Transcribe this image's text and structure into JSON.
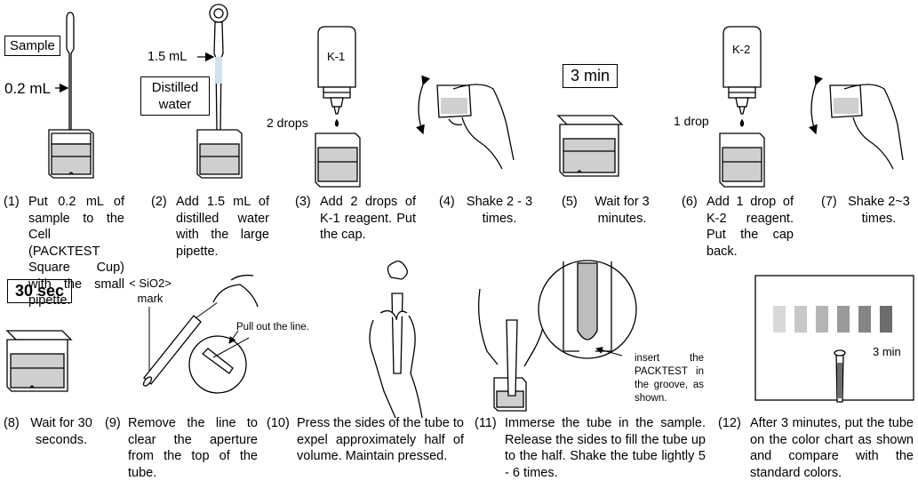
{
  "labels": {
    "sample": "Sample",
    "vol_02": "0.2 mL",
    "vol_15": "1.5 mL",
    "distilled": "Distilled water",
    "k1": "K-1",
    "k2": "K-2",
    "two_drops": "2 drops",
    "one_drop": "1 drop",
    "three_min": "3 min",
    "thirty_sec": "30 sec",
    "sio2_mark": "< SiO2> mark",
    "pull_line": "Pull out the line.",
    "insert_note": "insert the PACKTEST in the groove, as shown.",
    "chart_3min": "3 min"
  },
  "steps": [
    {
      "num": "(1)",
      "text": "Put 0.2 mL of sample to the Cell (PACKTEST Square Cup) with the small pipette."
    },
    {
      "num": "(2)",
      "text": "Add 1.5 mL of distilled water with the large pipette."
    },
    {
      "num": "(3)",
      "text": "Add 2 drops of K-1 reagent. Put the cap."
    },
    {
      "num": "(4)",
      "text": "Shake 2 - 3 times."
    },
    {
      "num": "(5)",
      "text": "Wait for 3 minutes."
    },
    {
      "num": "(6)",
      "text": "Add 1 drop of K-2 reagent. Put the cap back."
    },
    {
      "num": "(7)",
      "text": "Shake 2~3 times."
    },
    {
      "num": "(8)",
      "text": "Wait for 30 seconds."
    },
    {
      "num": "(9)",
      "text": "Remove the line to clear the aperture from the top of the tube."
    },
    {
      "num": "(10)",
      "text": "Press the sides of the tube to expel approximately half of volume. Maintain pressed."
    },
    {
      "num": "(11)",
      "text": "Immerse the tube in the sample. Release the sides to fill the tube up to the half. Shake the tube lightly 5 - 6 times."
    },
    {
      "num": "(12)",
      "text": "After 3 minutes, put the tube on the color chart as shown and compare with the standard colors."
    }
  ],
  "colors": {
    "liquid": "#cfcfcf",
    "chart_shades": [
      "#d9d9d9",
      "#c8c8c8",
      "#b4b4b4",
      "#9a9a9a",
      "#858585",
      "#6d6d6d"
    ]
  }
}
